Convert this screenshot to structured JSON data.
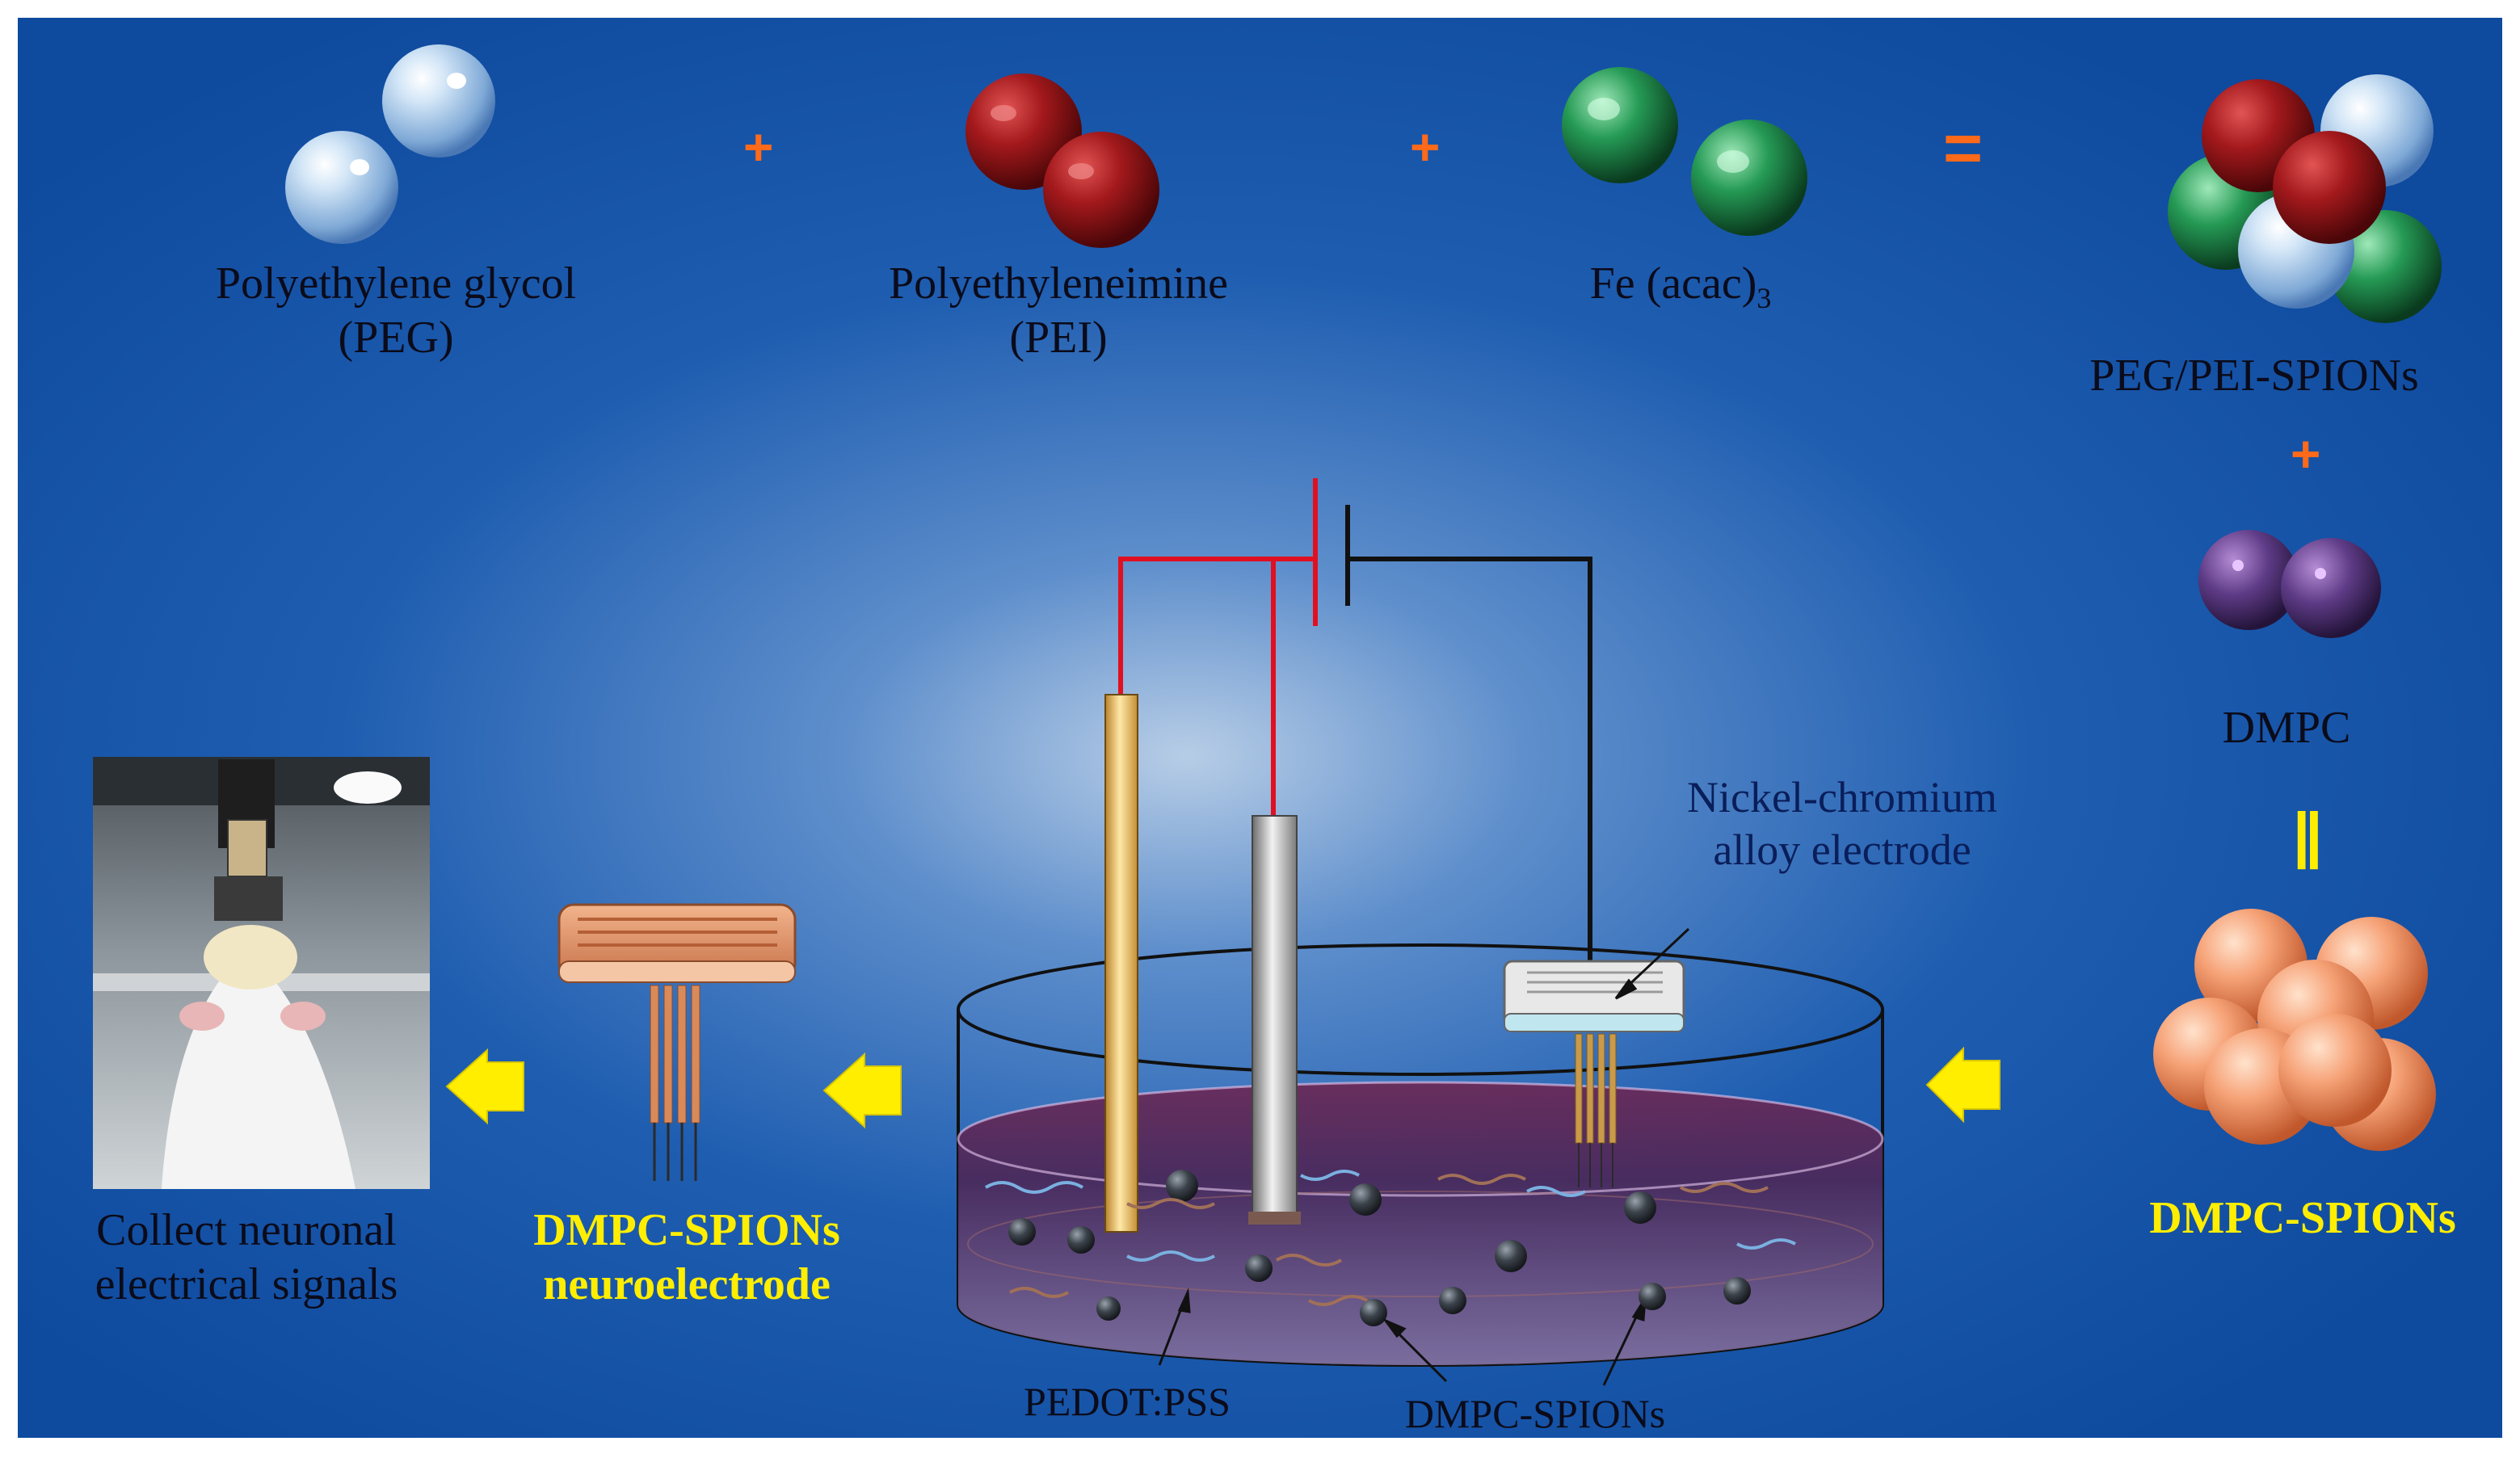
{
  "reagents": {
    "peg": {
      "line1": "Polyethylene glycol",
      "line2": "(PEG)"
    },
    "pei": {
      "line1": "Polyethyleneimine",
      "line2": "(PEI)"
    },
    "fe": {
      "base": "Fe (acac)",
      "sub": "3"
    },
    "product": "PEG/PEI-SPIONs",
    "dmpc": "DMPC",
    "final": "DMPC-SPIONs"
  },
  "operators": {
    "plus": "+",
    "equals": "=",
    "parallel": "||"
  },
  "cell": {
    "nichrome_line1": "Nickel-chromium",
    "nichrome_line2": "alloy electrode",
    "pedot": "PEDOT:PSS",
    "particles": "DMPC-SPIONs"
  },
  "electrode": {
    "line1": "DMPC-SPIONs",
    "line2": "neuroelectrode"
  },
  "photo": {
    "line1": "Collect neuronal",
    "line2": "electrical signals"
  },
  "colors": {
    "background_center": "#b7cde6",
    "background_edge": "#0e4a9e",
    "operator": "#ff6a1a",
    "highlight_text": "#ffee00",
    "positive_wire": "#e01020",
    "negative_wire": "#111111",
    "solution": "#3a1a4a",
    "electrode_copper": "#d98a5a"
  }
}
